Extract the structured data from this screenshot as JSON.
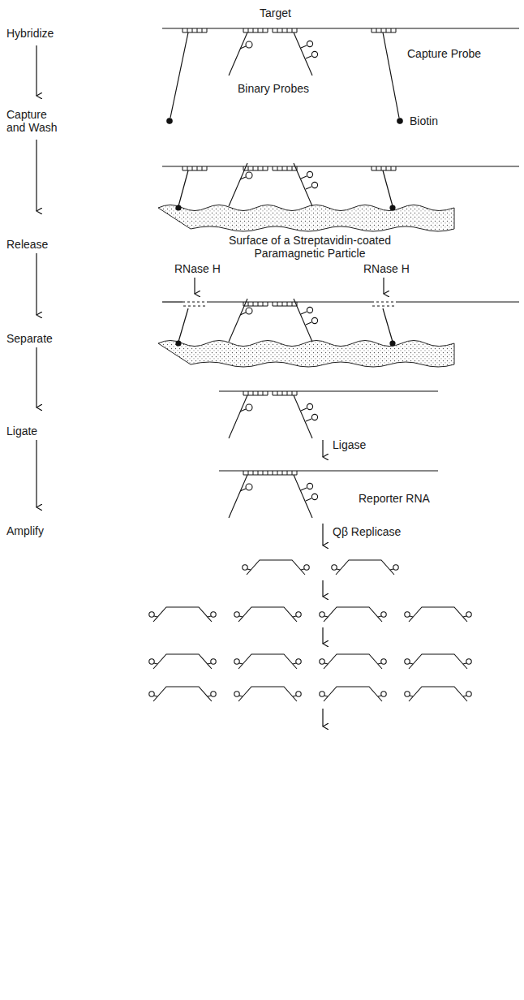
{
  "diagram": {
    "labels": [
      "Hybridize",
      "Capture and Wash",
      "Release",
      "Separate",
      "Ligate",
      "Amplify",
      "Target",
      "Capture Probe",
      "Binary Probes",
      "Biotin",
      "Surface of a Streptavidin-coated Paramagnetic Particle",
      "RNase H",
      "RNase H",
      "Ligase",
      "Reporter RNA",
      "Qβ Replicase"
    ]
  }
}
